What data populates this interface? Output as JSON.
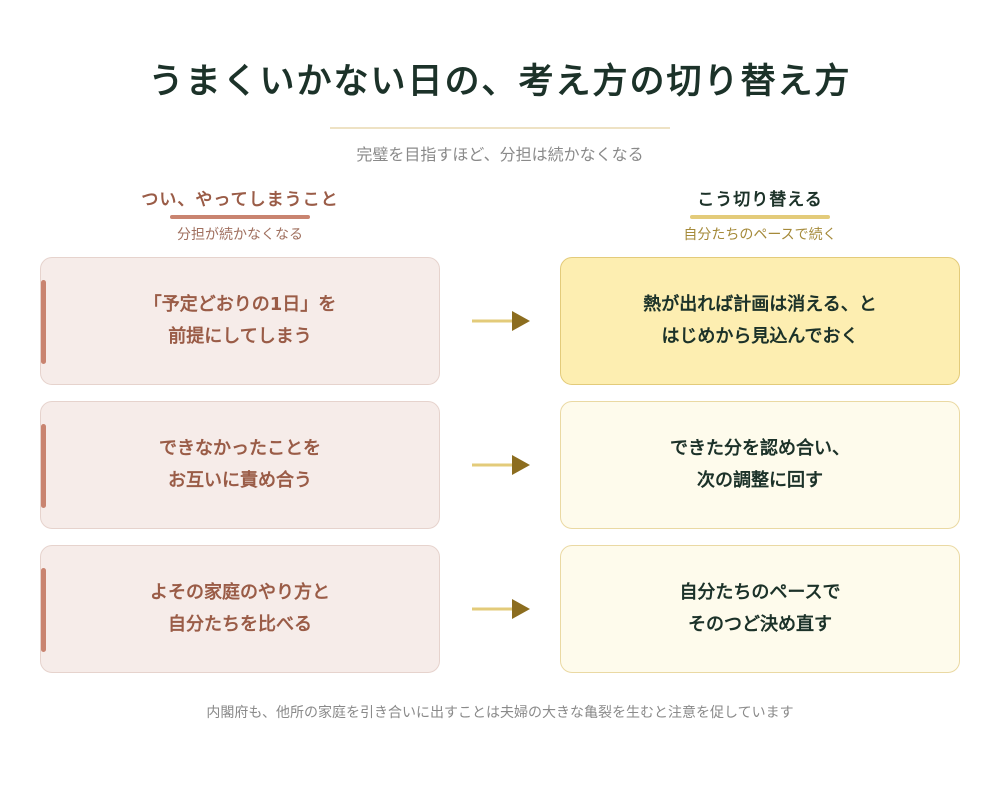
{
  "title": "うまくいかない日の、考え方の切り替え方",
  "subtitle": "完璧を目指すほど、分担は続かなくなる",
  "left_column": {
    "title": "つい、やってしまうこと",
    "subtitle": "分担が続かなくなる",
    "accent_color": "#c98470",
    "items": [
      "「予定どおりの1日」を\n前提にしてしまう",
      "できなかったことを\nお互いに責め合う",
      "よその家庭のやり方と\n自分たちを比べる"
    ]
  },
  "right_column": {
    "title": "こう切り替える",
    "subtitle": "自分たちのペースで続く",
    "accent_color": "#e3cb7a",
    "items": [
      "熱が出れば計画は消える、と\nはじめから見込んでおく",
      "できた分を認め合い、\n次の調整に回す",
      "自分たちのペースで\nそのつど決め直す"
    ]
  },
  "arrow_color": "#8c6d1f",
  "footer": "内閣府も、他所の家庭を引き合いに出すことは夫婦の大きな亀裂を生むと注意を促しています"
}
